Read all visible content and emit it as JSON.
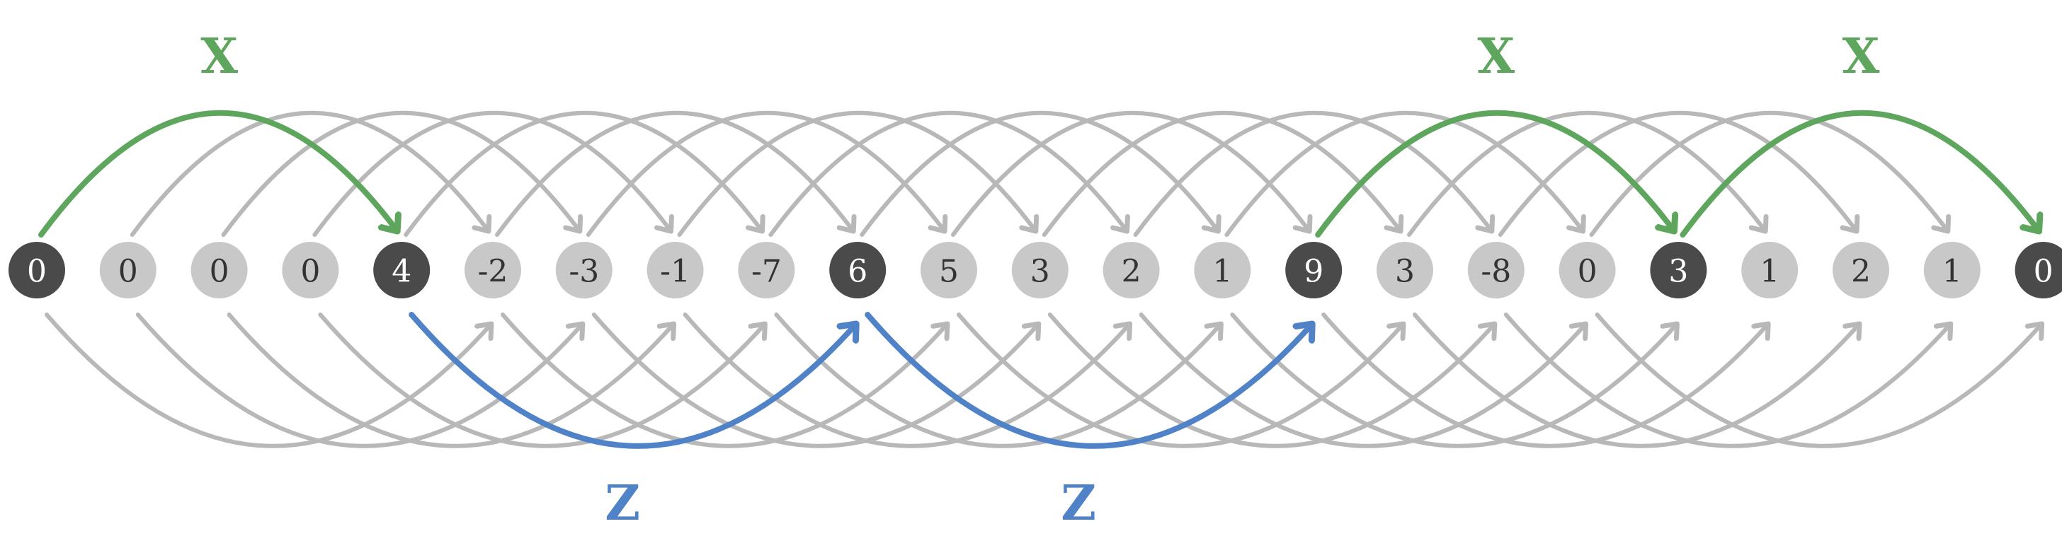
{
  "colors": {
    "active_node": "#4a4a4a",
    "inactive_node": "#c8c8c8",
    "active_text": "#ffffff",
    "inactive_text": "#333333",
    "gray_arc": "#b8b8b8",
    "x_arc": "#5ea65e",
    "z_arc": "#4f82c7"
  },
  "nodes": [
    {
      "value": "0",
      "active": true
    },
    {
      "value": "0",
      "active": false
    },
    {
      "value": "0",
      "active": false
    },
    {
      "value": "0",
      "active": false
    },
    {
      "value": "4",
      "active": true
    },
    {
      "value": "-2",
      "active": false
    },
    {
      "value": "-3",
      "active": false
    },
    {
      "value": "-1",
      "active": false
    },
    {
      "value": "-7",
      "active": false
    },
    {
      "value": "6",
      "active": true
    },
    {
      "value": "5",
      "active": false
    },
    {
      "value": "3",
      "active": false
    },
    {
      "value": "2",
      "active": false
    },
    {
      "value": "1",
      "active": false
    },
    {
      "value": "9",
      "active": true
    },
    {
      "value": "3",
      "active": false
    },
    {
      "value": "-8",
      "active": false
    },
    {
      "value": "0",
      "active": false
    },
    {
      "value": "3",
      "active": true
    },
    {
      "value": "1",
      "active": false
    },
    {
      "value": "2",
      "active": false
    },
    {
      "value": "1",
      "active": false
    },
    {
      "value": "0",
      "active": true
    }
  ],
  "upper_jump": {
    "span": 4,
    "label": "X"
  },
  "lower_jump": {
    "span": 5,
    "label": "Z"
  },
  "highlighted_upper": [
    0,
    14,
    18
  ],
  "highlighted_lower": [
    4,
    9
  ]
}
